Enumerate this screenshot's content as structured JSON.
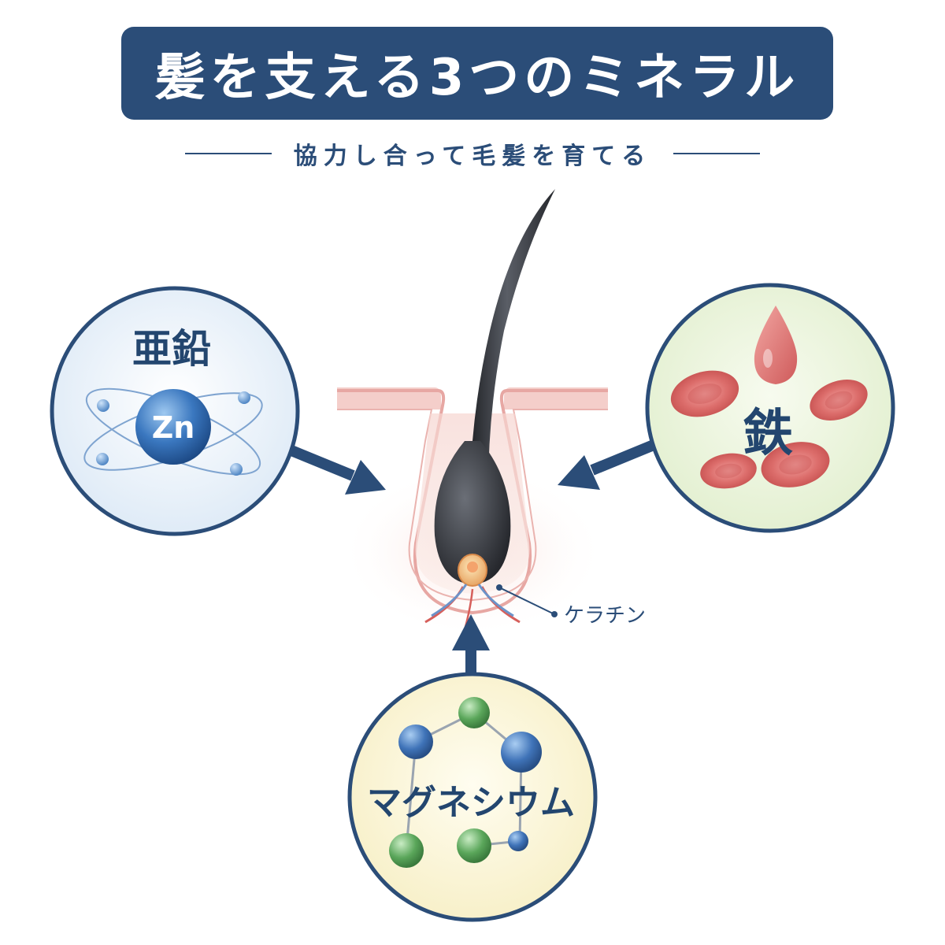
{
  "title": "髪を支える3つのミネラル",
  "subtitle": "協力し合って毛髪を育てる",
  "zinc": {
    "label": "亜鉛",
    "symbol": "Zn"
  },
  "iron": {
    "label": "鉄"
  },
  "magnesium": {
    "label": "マグネシウム"
  },
  "keratin_label": "ケラチン",
  "colors": {
    "navy": "#2b4d78",
    "zinc_bg": "#e6f0fa",
    "iron_bg": "#eaf3dc",
    "magnesium_bg": "#fbf6d6",
    "blood_red": "#d96565",
    "skin_pink": "#f3c6c2",
    "hair": "#2e3138"
  },
  "icons": {
    "zinc": "atom-icon",
    "iron": "blood-drop-and-cells-icon",
    "magnesium": "molecule-icon",
    "center": "hair-follicle-icon"
  }
}
